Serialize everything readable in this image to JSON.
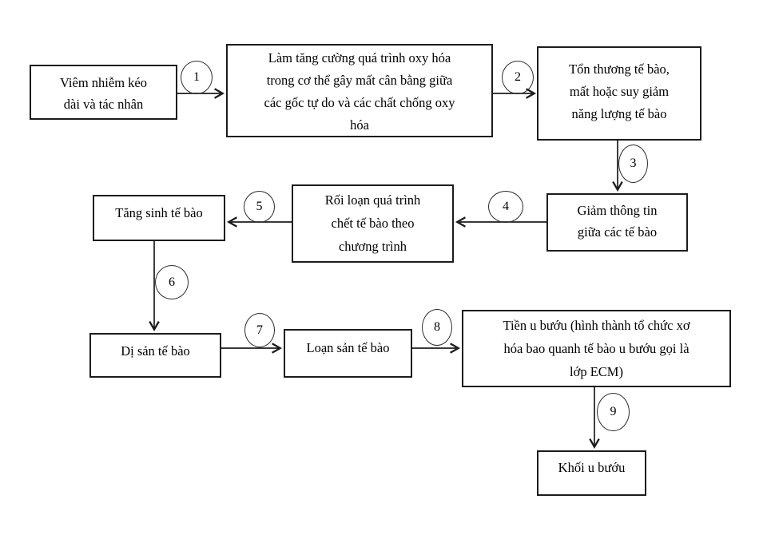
{
  "diagram": {
    "title": "Flowchart: inflammation to tumor progression",
    "background_color": "#ffffff",
    "line_color": "#1c1c1c",
    "nodes": [
      {
        "id": "node-1",
        "lines": [
          "Viêm nhiễm kéo",
          "dài và tác nhân"
        ]
      },
      {
        "id": "node-2",
        "lines": [
          "Làm tăng cường quá trình oxy hóa",
          "trong cơ thể gây mất cân bằng giữa",
          "các gốc tự do và các chất chống oxy",
          "hóa"
        ]
      },
      {
        "id": "node-3",
        "lines": [
          "Tổn thương tế bào,",
          "mất hoặc suy giảm",
          "năng lượng tế bào"
        ]
      },
      {
        "id": "node-4",
        "lines": [
          "Giảm thông tin",
          "giữa các tế bào"
        ]
      },
      {
        "id": "node-5",
        "lines": [
          "Rối loạn quá trình",
          "chết tế bào theo",
          "chương trình"
        ]
      },
      {
        "id": "node-6",
        "lines": [
          "Tăng sinh tế bào"
        ]
      },
      {
        "id": "node-7",
        "lines": [
          "Dị sản tế bào"
        ]
      },
      {
        "id": "node-8",
        "lines": [
          "Loạn sản tế bào"
        ]
      },
      {
        "id": "node-9",
        "lines": [
          "Tiền u bướu (hình thành tổ chức xơ",
          "hóa bao quanh tế bào u bướu gọi là",
          "lớp ECM)"
        ]
      },
      {
        "id": "node-10",
        "lines": [
          "Khối u bướu"
        ]
      }
    ],
    "steps": [
      "1",
      "2",
      "3",
      "4",
      "5",
      "6",
      "7",
      "8",
      "9"
    ],
    "edges": [
      {
        "from": "node-1",
        "to": "node-2",
        "step": "1",
        "direction": "right"
      },
      {
        "from": "node-2",
        "to": "node-3",
        "step": "2",
        "direction": "right"
      },
      {
        "from": "node-3",
        "to": "node-4",
        "step": "3",
        "direction": "down"
      },
      {
        "from": "node-4",
        "to": "node-5",
        "step": "4",
        "direction": "left"
      },
      {
        "from": "node-5",
        "to": "node-6",
        "step": "5",
        "direction": "left"
      },
      {
        "from": "node-6",
        "to": "node-7",
        "step": "6",
        "direction": "down"
      },
      {
        "from": "node-7",
        "to": "node-8",
        "step": "7",
        "direction": "right"
      },
      {
        "from": "node-8",
        "to": "node-9",
        "step": "8",
        "direction": "right"
      },
      {
        "from": "node-9",
        "to": "node-10",
        "step": "9",
        "direction": "down"
      }
    ]
  }
}
